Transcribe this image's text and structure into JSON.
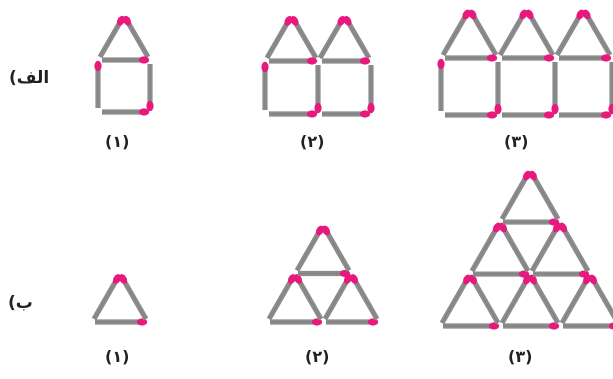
{
  "rows": {
    "a": {
      "label": "(الف"
    },
    "b": {
      "label": "(ب"
    }
  },
  "figures": {
    "a1": {
      "label": "(۱)"
    },
    "a2": {
      "label": "(۲)"
    },
    "a3": {
      "label": "(۳)"
    },
    "b1": {
      "label": "(۱)"
    },
    "b2": {
      "label": "(۲)"
    },
    "b3": {
      "label": "(۳)"
    }
  },
  "colors": {
    "stick": "#8c8c8c",
    "stick_edge": "#6f6f6f",
    "match_head": "#e8197d"
  }
}
